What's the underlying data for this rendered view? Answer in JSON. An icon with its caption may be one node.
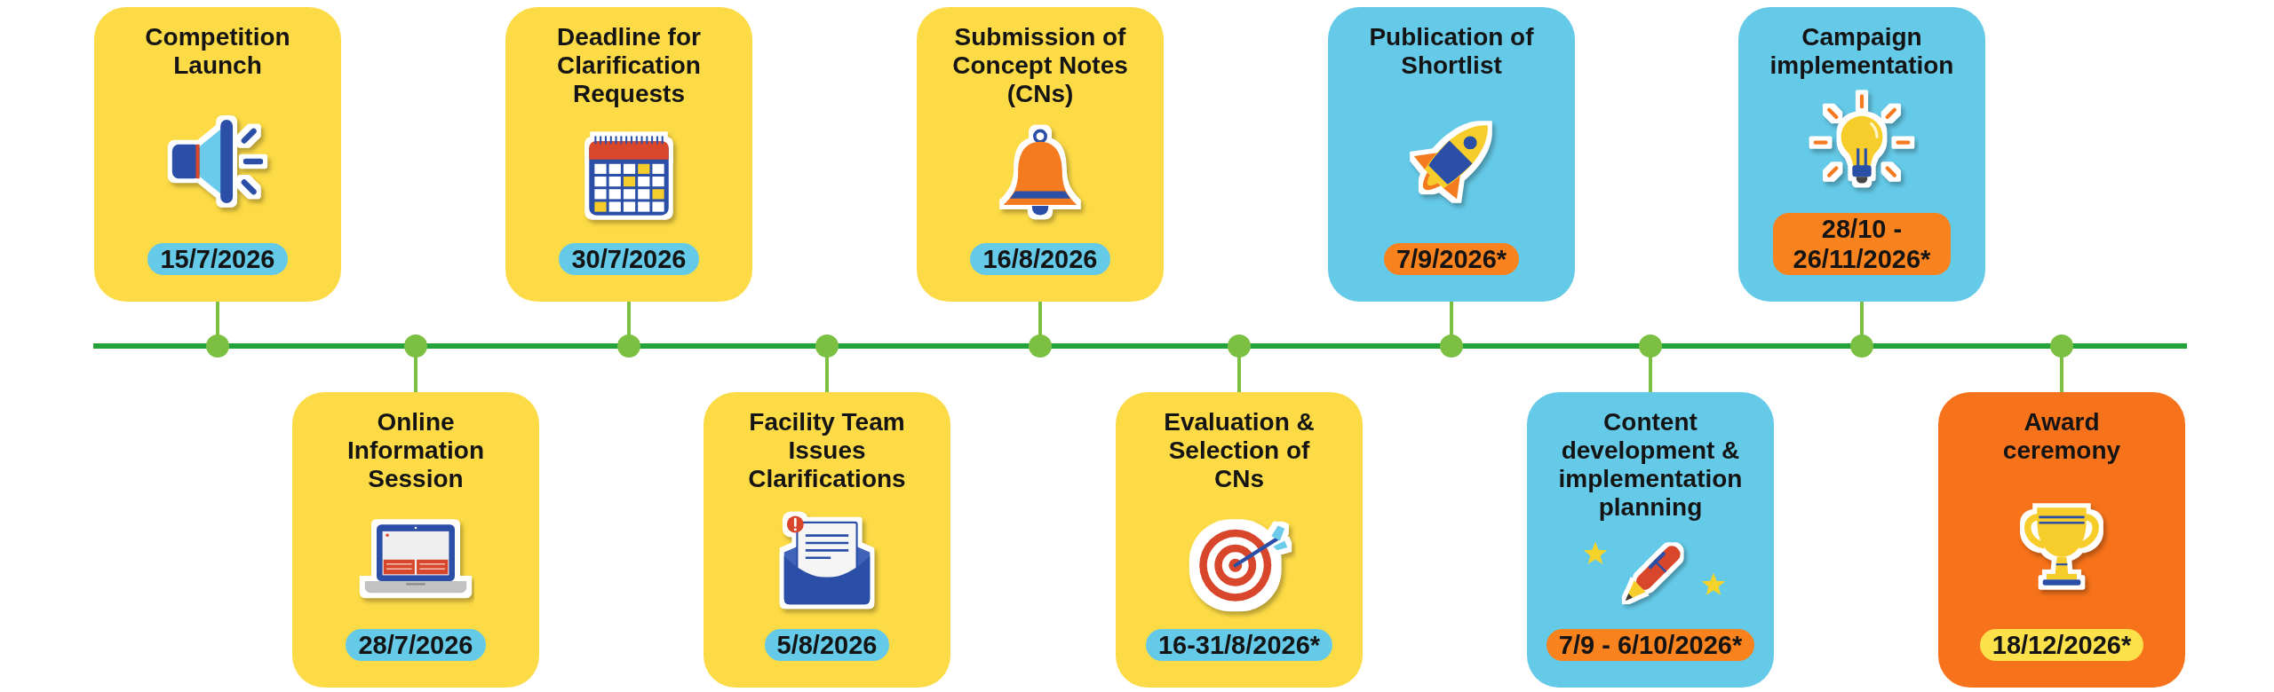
{
  "diagram": {
    "nodes": [
      {
        "text": [
          "Competition Launch",
          "15/7/2026"
        ]
      },
      {
        "text": [
          "Online Information Session",
          "28/7/2026"
        ]
      },
      {
        "text": [
          "Deadline for Clarification Requests",
          "30/7/2026"
        ]
      },
      {
        "text": [
          "Facility Team Issues Clarifications",
          "5/8/2026"
        ]
      },
      {
        "text": [
          "Submission of Concept Notes (CNs)",
          "16/8/2026"
        ]
      },
      {
        "text": [
          "Evaluation & Selection of CNs",
          "16-31/8/2026*"
        ]
      },
      {
        "text": [
          "Publication of Shortlist",
          "7/9/2026*"
        ]
      },
      {
        "text": [
          "Content development & implementation planning",
          "7/9 - 6/10/2026*"
        ]
      },
      {
        "text": [
          "Campaign implementation",
          "28/10 - 26/11/2026*"
        ]
      },
      {
        "text": [
          "Award ceremony",
          "18/12/2026*"
        ]
      },
      {
        "text": [],
        "shape": "bar"
      }
    ],
    "edges": [
      {
        "from": 0,
        "to": 10,
        "arrow": "other"
      },
      {
        "from": 1,
        "to": 10,
        "arrow": "other"
      },
      {
        "from": 2,
        "to": 10,
        "arrow": "other"
      },
      {
        "from": 3,
        "to": 10,
        "arrow": "other"
      },
      {
        "from": 4,
        "to": 10,
        "arrow": "other"
      },
      {
        "from": 5,
        "to": 10,
        "arrow": "other"
      },
      {
        "from": 6,
        "to": 10,
        "arrow": "other"
      },
      {
        "from": 7,
        "to": 10,
        "arrow": "other"
      },
      {
        "from": 8,
        "to": 10,
        "arrow": "other"
      },
      {
        "from": 9,
        "to": 10,
        "arrow": "other"
      }
    ]
  }
}
